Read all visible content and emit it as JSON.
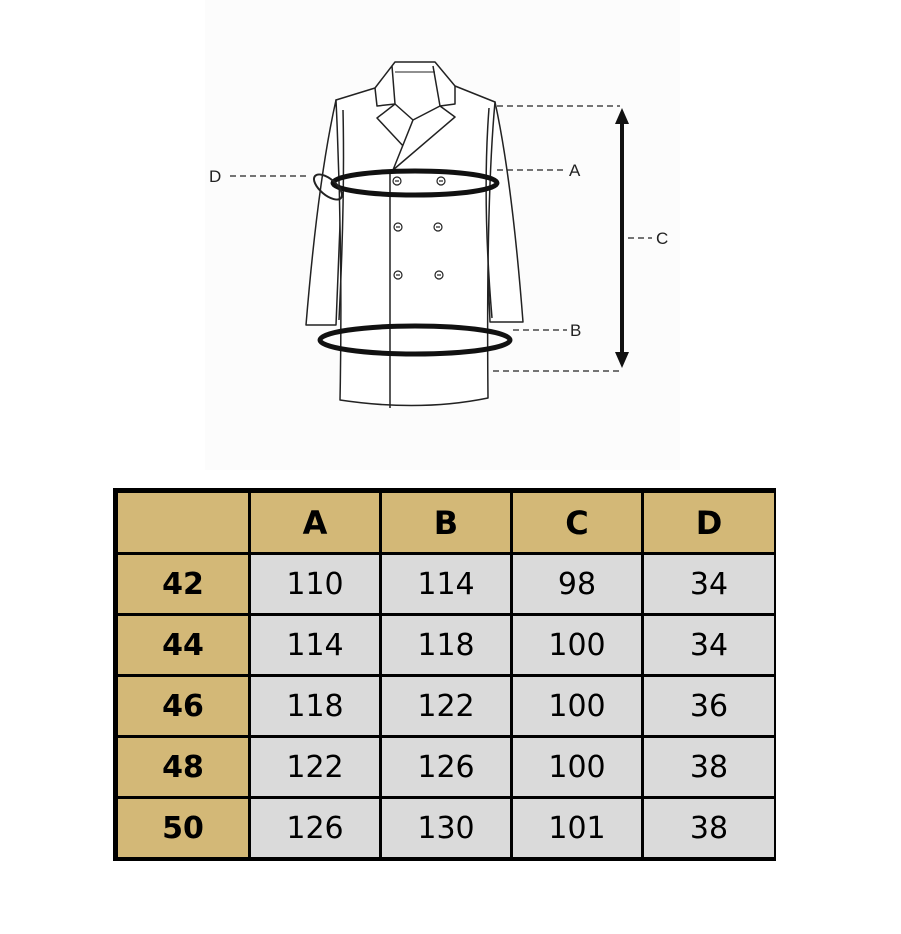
{
  "diagram": {
    "labels": {
      "a": "A",
      "b": "B",
      "c": "C",
      "d": "D"
    }
  },
  "table": {
    "headers": [
      "",
      "A",
      "B",
      "C",
      "D"
    ],
    "rows": [
      {
        "size": "42",
        "a": "110",
        "b": "114",
        "c": "98",
        "d": "34"
      },
      {
        "size": "44",
        "a": "114",
        "b": "118",
        "c": "100",
        "d": "34"
      },
      {
        "size": "46",
        "a": "118",
        "b": "122",
        "c": "100",
        "d": "36"
      },
      {
        "size": "48",
        "a": "122",
        "b": "126",
        "c": "100",
        "d": "38"
      },
      {
        "size": "50",
        "a": "126",
        "b": "130",
        "c": "101",
        "d": "38"
      }
    ]
  },
  "colors": {
    "header_bg": "#d3b877",
    "cell_bg": "#dadada",
    "border": "#000000"
  }
}
